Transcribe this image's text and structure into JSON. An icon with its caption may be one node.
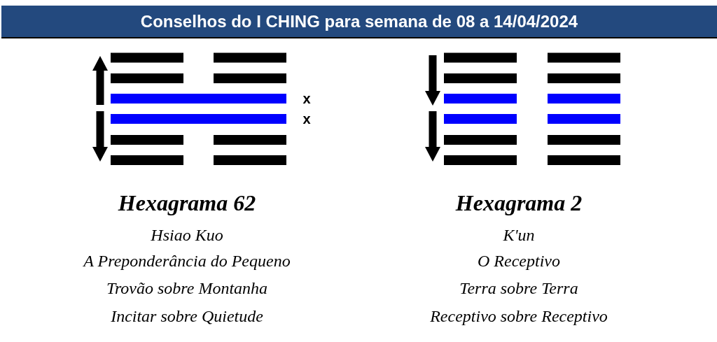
{
  "diagram": {
    "title": "Conselhos do I CHING para semana de 08 a 14/04/2024",
    "labels": [
      "x",
      "x",
      "Hexagrama 62",
      "Hsiao Kuo",
      "A Preponderância do Pequeno",
      "Trovão sobre Montanha",
      "Incitar sobre Quietude",
      "Hexagrama 2",
      "K'un",
      "O Receptivo",
      "Terra sobre Terra",
      "Receptivo sobre Receptivo"
    ]
  }
}
